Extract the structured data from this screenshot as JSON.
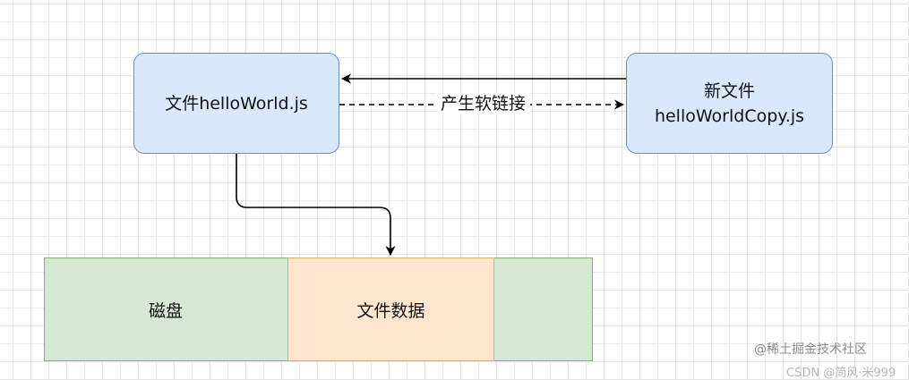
{
  "nodes": {
    "source_file": {
      "label": "文件helloWorld.js"
    },
    "new_file": {
      "line1": "新文件",
      "line2": "helloWorldCopy.js"
    }
  },
  "edges": {
    "soft_link": {
      "label": "产生软链接"
    }
  },
  "storage": {
    "disk_label": "磁盘",
    "file_data_label": "文件数据"
  },
  "watermark": "@稀土掘金技术社区",
  "watermark_cut": "CSDN @简风·米999",
  "colors": {
    "node_fill": "#dae8fc",
    "node_border": "#6c8ebf",
    "disk_fill": "#d5e8d4",
    "disk_border": "#82b366",
    "data_fill": "#ffe6cc",
    "data_border": "#d6b656"
  }
}
